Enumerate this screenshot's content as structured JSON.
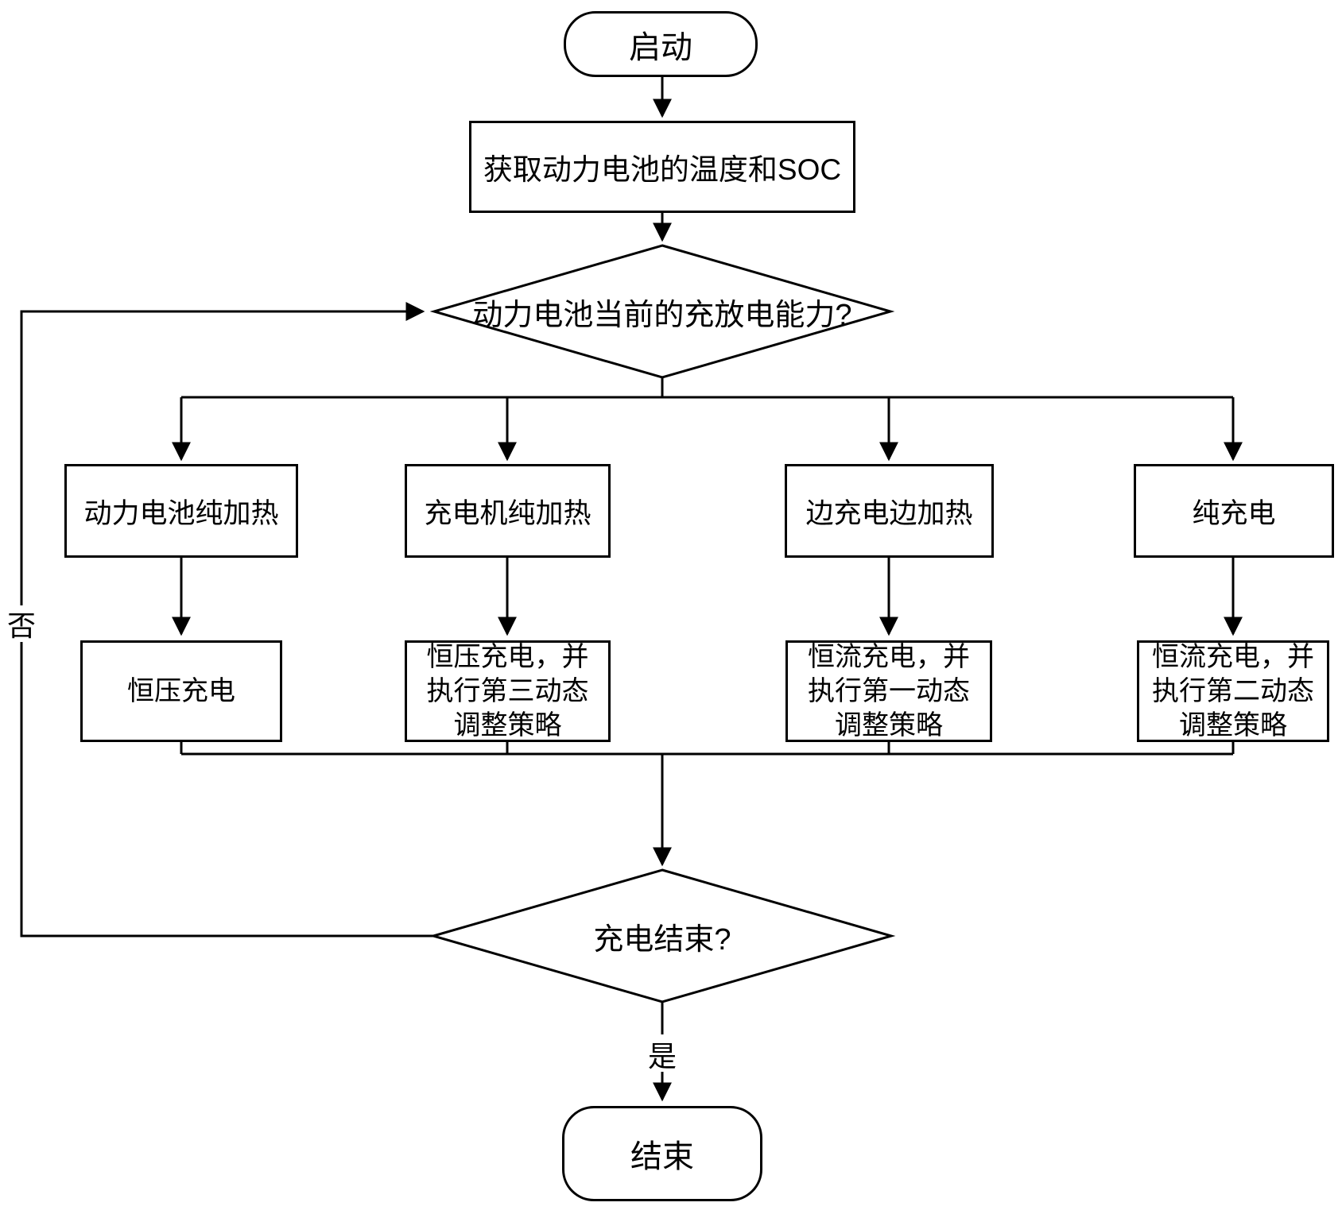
{
  "flowchart": {
    "start_label": "启动",
    "acquire_step": "获取动力电池的温度和SOC",
    "capability_decision": "动力电池当前的充放电能力?",
    "branches": [
      {
        "mode": "动力电池纯加热",
        "strategy_lines": [
          "恒压充电"
        ]
      },
      {
        "mode": "充电机纯加热",
        "strategy_lines": [
          "恒压充电，并",
          "执行第三动态",
          "调整策略"
        ]
      },
      {
        "mode": "边充电边加热",
        "strategy_lines": [
          "恒流充电，并",
          "执行第一动态",
          "调整策略"
        ]
      },
      {
        "mode": "纯充电",
        "strategy_lines": [
          "恒流充电，并",
          "执行第二动态",
          "调整策略"
        ]
      }
    ],
    "end_decision": "充电结束?",
    "yes_label": "是",
    "no_label": "否",
    "end_label": "结束",
    "colors": {
      "line": "#000000",
      "background": "#ffffff",
      "text": "#000000"
    }
  }
}
